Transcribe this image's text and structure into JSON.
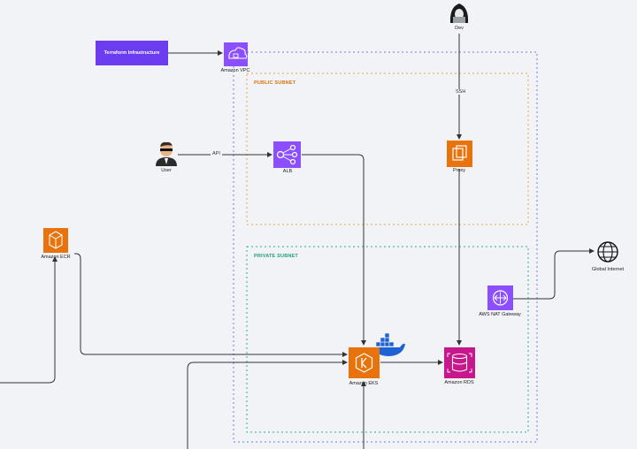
{
  "diagram": {
    "terraform": "Terraform Infrastructure",
    "public_subnet": "PUBLIC SUBNET",
    "private_subnet": "PRIVATE SUBNET",
    "nodes": {
      "dev": "Dev",
      "vpc": "Amazon VPC",
      "user": "User",
      "alb": "ALB",
      "proxy": "Proxy",
      "ecr": "Amazon ECR",
      "eks": "Amazon EKS",
      "rds": "Amazon RDS",
      "nat": "AWS NAT Gateway",
      "internet": "Global Internet"
    },
    "edges": {
      "ssh": "SSH",
      "api": "API"
    },
    "colors": {
      "background": "#f2f3f6",
      "purple": "#8c4fff",
      "orange": "#e8730c",
      "vpc_border": "#6e7ee6",
      "public_border": "#e8a24a",
      "private_border": "#2fae8f",
      "public_label": "#d9720f",
      "private_label": "#1f9e7f",
      "terraform_box": "#6c3cf0"
    }
  }
}
